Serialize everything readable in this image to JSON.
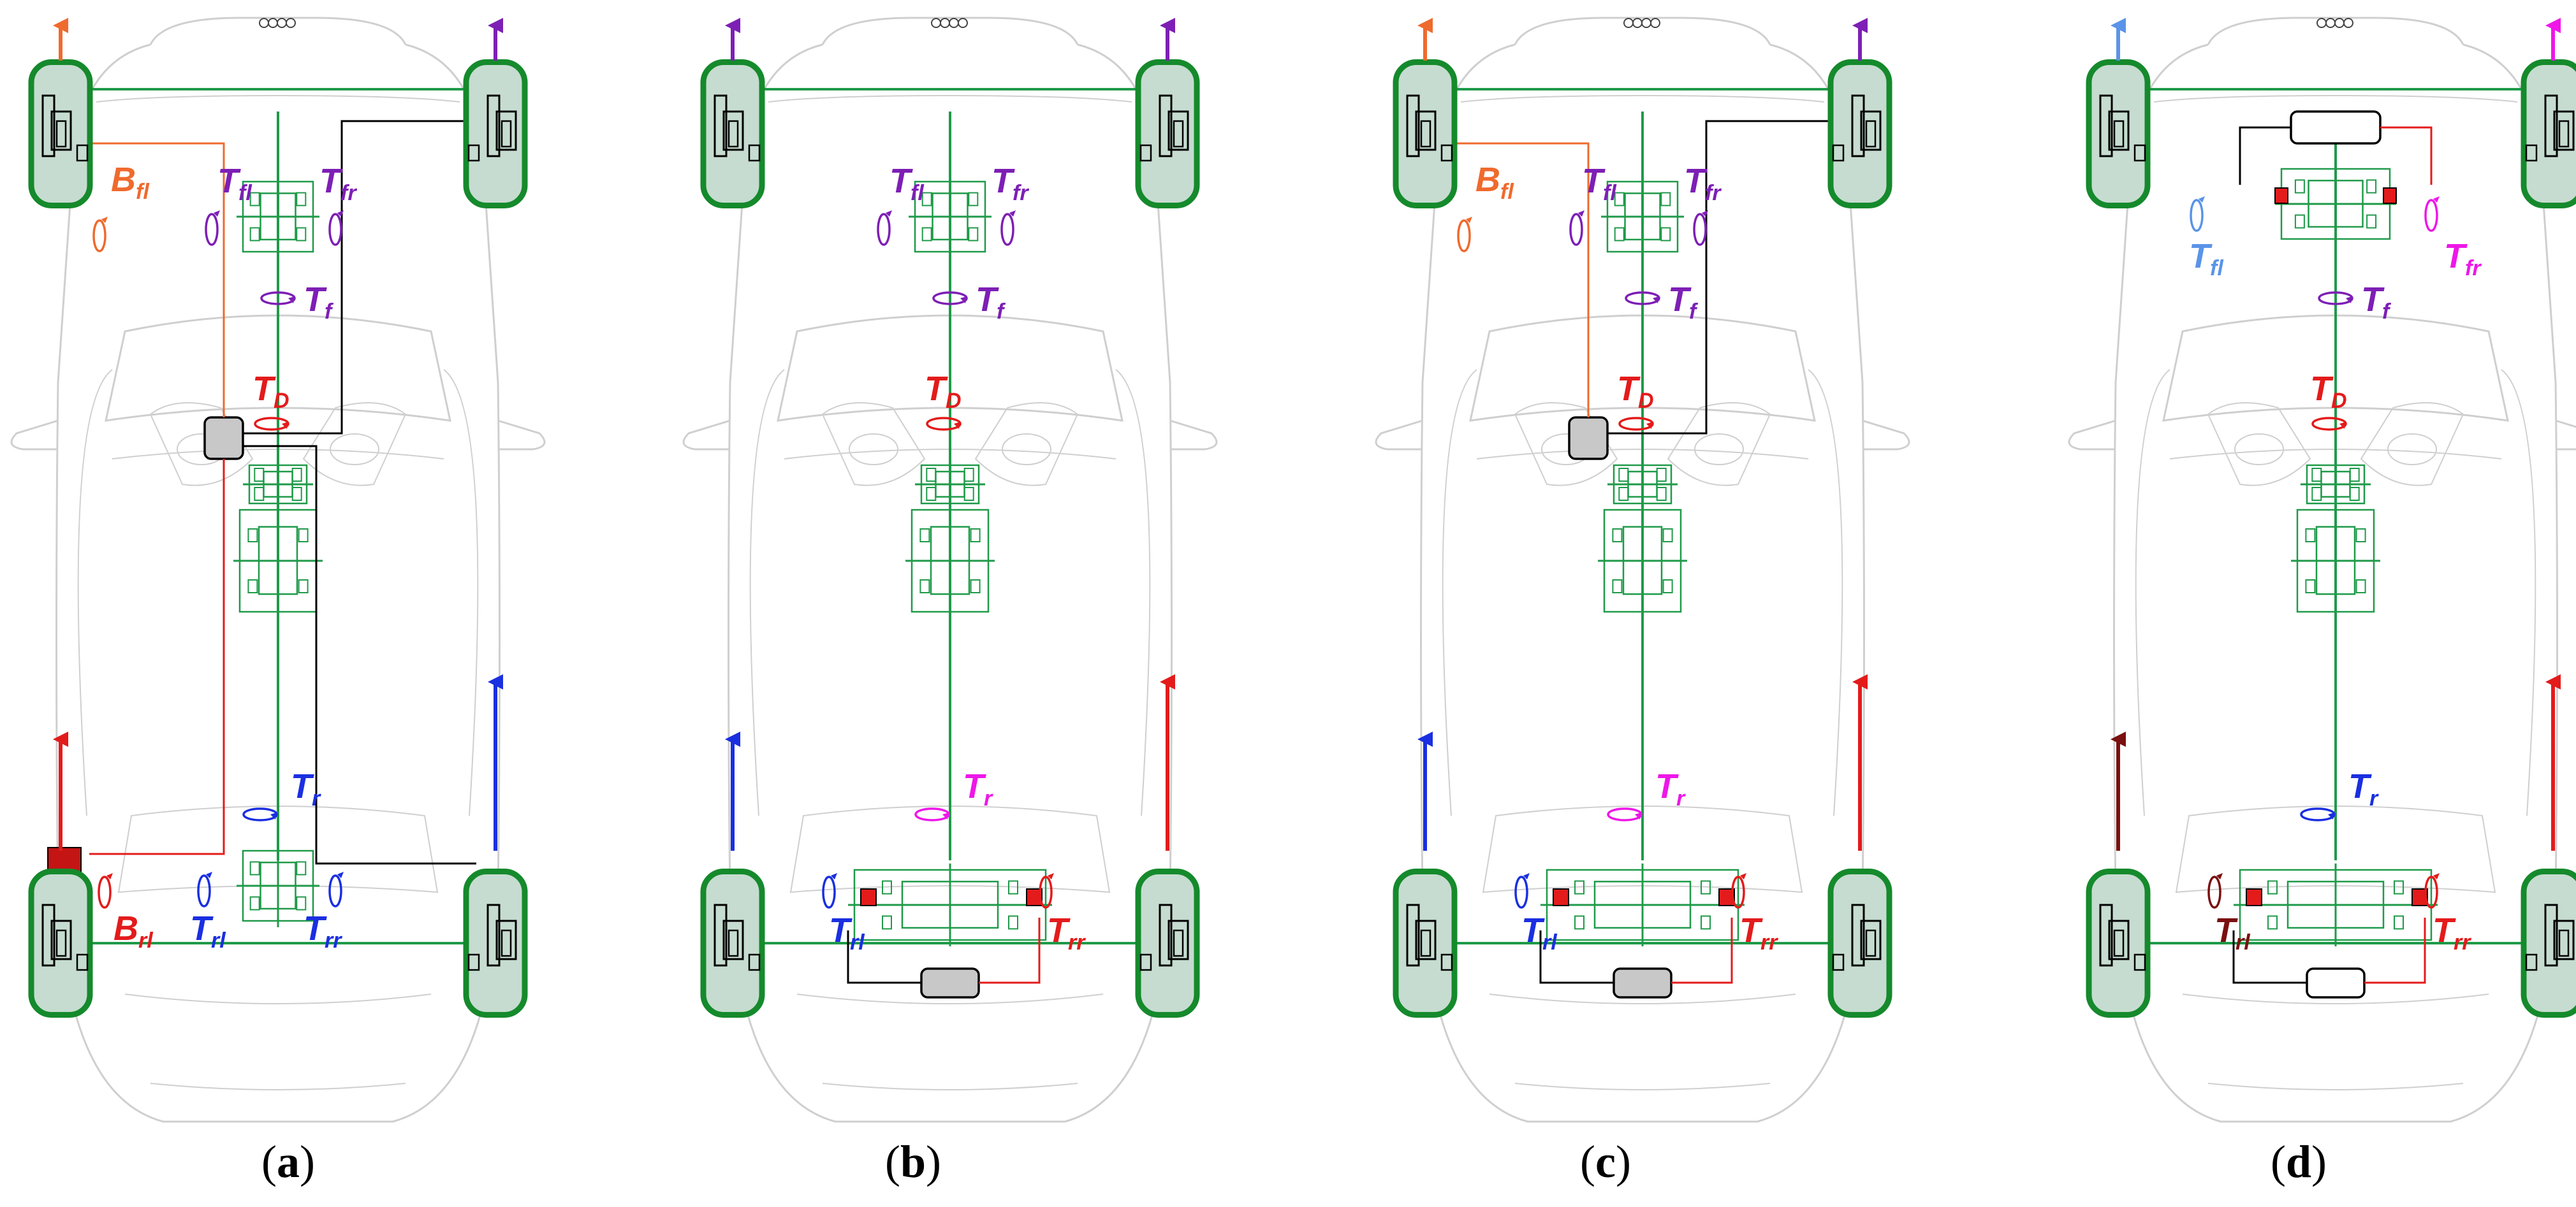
{
  "colors": {
    "body_outline": "#cfcfcf",
    "driveline": "#1f9a49",
    "tire_fill": "#c6dcd0",
    "tire_stroke": "#158a2c",
    "red": "#e31b1b",
    "orange": "#ef6a2d",
    "violet": "#7d1fb5",
    "blue": "#1a2fe0",
    "magenta": "#ee17e8",
    "lightblue": "#5a94e8",
    "darkred": "#7a1010",
    "actuator_fill": "#c8c8c8"
  },
  "panels": [
    {
      "caption": "(a)",
      "wheel_arrows": {
        "fl": "orange",
        "fr": "violet",
        "rl": "red",
        "rr": "blue"
      },
      "front_brake": true,
      "rear_brake": true,
      "labels": [
        {
          "key": "Bfl",
          "main": "B",
          "sub": "fl",
          "color": "orange",
          "icon_color": "orange"
        },
        {
          "key": "Tfl",
          "main": "T",
          "sub": "fl",
          "color": "violet",
          "icon_color": "violet"
        },
        {
          "key": "Tfr",
          "main": "T",
          "sub": "fr",
          "color": "violet",
          "icon_color": "violet"
        },
        {
          "key": "Tf",
          "main": "T",
          "sub": "f",
          "color": "violet",
          "icon_color": "violet"
        },
        {
          "key": "TD",
          "main": "T",
          "sub": "D",
          "color": "red",
          "icon_color": "red"
        },
        {
          "key": "Tr",
          "main": "T",
          "sub": "r",
          "color": "blue",
          "icon_color": "blue"
        },
        {
          "key": "Brl",
          "main": "B",
          "sub": "rl",
          "color": "red",
          "icon_color": "red"
        },
        {
          "key": "Trl",
          "main": "T",
          "sub": "rl",
          "color": "blue",
          "icon_color": "blue"
        },
        {
          "key": "Trr",
          "main": "T",
          "sub": "rr",
          "color": "blue",
          "icon_color": "blue"
        }
      ]
    },
    {
      "caption": "(b)",
      "wheel_arrows": {
        "fl": "violet",
        "fr": "violet",
        "rl": "blue",
        "rr": "red"
      },
      "rear_tv": true,
      "labels": [
        {
          "key": "Tfl",
          "main": "T",
          "sub": "fl",
          "color": "violet",
          "icon_color": "violet"
        },
        {
          "key": "Tfr",
          "main": "T",
          "sub": "fr",
          "color": "violet",
          "icon_color": "violet"
        },
        {
          "key": "Tf",
          "main": "T",
          "sub": "f",
          "color": "violet",
          "icon_color": "violet"
        },
        {
          "key": "TD",
          "main": "T",
          "sub": "D",
          "color": "red",
          "icon_color": "red"
        },
        {
          "key": "Tr",
          "main": "T",
          "sub": "r",
          "color": "magenta",
          "icon_color": "magenta"
        },
        {
          "key": "Trl",
          "main": "T",
          "sub": "rl",
          "color": "blue",
          "icon_color": "blue"
        },
        {
          "key": "Trr",
          "main": "T",
          "sub": "rr",
          "color": "red",
          "icon_color": "red"
        }
      ]
    },
    {
      "caption": "(c)",
      "wheel_arrows": {
        "fl": "orange",
        "fr": "violet",
        "rl": "blue",
        "rr": "red"
      },
      "front_brake": true,
      "rear_tv": true,
      "labels": [
        {
          "key": "Bfl",
          "main": "B",
          "sub": "fl",
          "color": "orange",
          "icon_color": "orange"
        },
        {
          "key": "Tfl",
          "main": "T",
          "sub": "fl",
          "color": "violet",
          "icon_color": "violet"
        },
        {
          "key": "Tfr",
          "main": "T",
          "sub": "fr",
          "color": "violet",
          "icon_color": "violet"
        },
        {
          "key": "Tf",
          "main": "T",
          "sub": "f",
          "color": "violet",
          "icon_color": "violet"
        },
        {
          "key": "TD",
          "main": "T",
          "sub": "D",
          "color": "red",
          "icon_color": "red"
        },
        {
          "key": "Tr",
          "main": "T",
          "sub": "r",
          "color": "magenta",
          "icon_color": "magenta"
        },
        {
          "key": "Trl",
          "main": "T",
          "sub": "rl",
          "color": "blue",
          "icon_color": "blue"
        },
        {
          "key": "Trr",
          "main": "T",
          "sub": "rr",
          "color": "red",
          "icon_color": "red"
        }
      ]
    },
    {
      "caption": "(d)",
      "wheel_arrows": {
        "fl": "lightblue",
        "fr": "magenta",
        "rl": "darkred",
        "rr": "red"
      },
      "front_tv": true,
      "rear_tv": true,
      "white_actuators": true,
      "labels": [
        {
          "key": "Tfl_d",
          "main": "T",
          "sub": "fl",
          "color": "lightblue",
          "icon_color": "lightblue"
        },
        {
          "key": "Tfr_d",
          "main": "T",
          "sub": "fr",
          "color": "magenta",
          "icon_color": "magenta"
        },
        {
          "key": "Tf",
          "main": "T",
          "sub": "f",
          "color": "violet",
          "icon_color": "violet"
        },
        {
          "key": "TD",
          "main": "T",
          "sub": "D",
          "color": "red",
          "icon_color": "red"
        },
        {
          "key": "Tr",
          "main": "T",
          "sub": "r",
          "color": "blue",
          "icon_color": "blue"
        },
        {
          "key": "Trl",
          "main": "T",
          "sub": "rl",
          "color": "darkred",
          "icon_color": "darkred"
        },
        {
          "key": "Trr",
          "main": "T",
          "sub": "rr",
          "color": "red",
          "icon_color": "red"
        }
      ]
    }
  ]
}
